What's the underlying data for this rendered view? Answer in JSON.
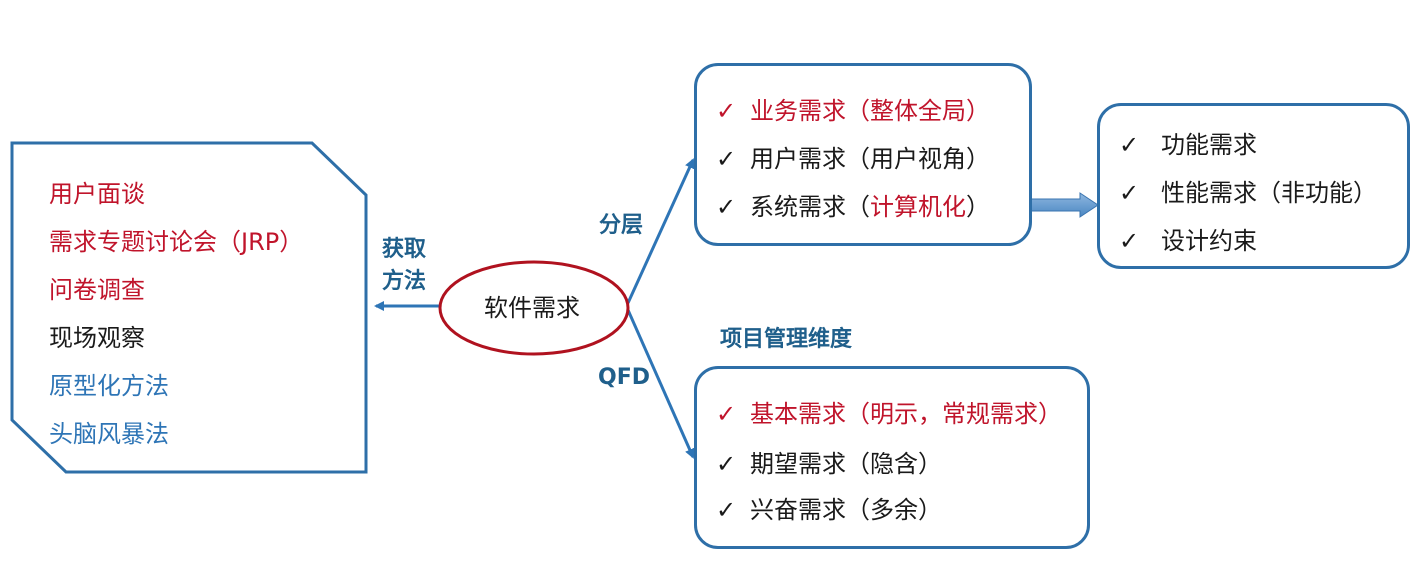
{
  "center": {
    "label": "软件需求"
  },
  "acquire": {
    "label_line1": "获取",
    "label_line2": "方法",
    "items": [
      {
        "text": "用户面谈",
        "color": "#c0142b"
      },
      {
        "text": "需求专题讨论会（JRP）",
        "color": "#c0142b"
      },
      {
        "text": "问卷调查",
        "color": "#c0142b"
      },
      {
        "text": "现场观察",
        "color": "#1a1a1a"
      },
      {
        "text": "原型化方法",
        "color": "#2e75b6"
      },
      {
        "text": "头脑风暴法",
        "color": "#2e75b6"
      }
    ]
  },
  "layered": {
    "label": "分层",
    "items": [
      {
        "check": "✓",
        "text": "业务需求（整体全局）"
      },
      {
        "check": "✓",
        "text": "用户需求（用户视角）"
      },
      {
        "check": "✓",
        "text_a": "系统需求（",
        "text_b": "计算机化",
        "text_c": "）"
      }
    ]
  },
  "system_detail": {
    "items": [
      {
        "check": "✓",
        "text": "功能需求"
      },
      {
        "check": "✓",
        "text": "性能需求（非功能）"
      },
      {
        "check": "✓",
        "text": "设计约束"
      }
    ]
  },
  "qfd": {
    "label": "QFD",
    "heading": "项目管理维度",
    "items": [
      {
        "check": "✓",
        "text": "基本需求（明示，常规需求）"
      },
      {
        "check": "✓",
        "text": "期望需求（隐含）"
      },
      {
        "check": "✓",
        "text": "兴奋需求（多余）"
      }
    ]
  },
  "colors": {
    "accent_red": "#c0142b",
    "accent_blue": "#2e75b6",
    "border_blue": "#2e6fa8",
    "ellipse_red": "#b0121f",
    "text_black": "#1a1a1a"
  }
}
